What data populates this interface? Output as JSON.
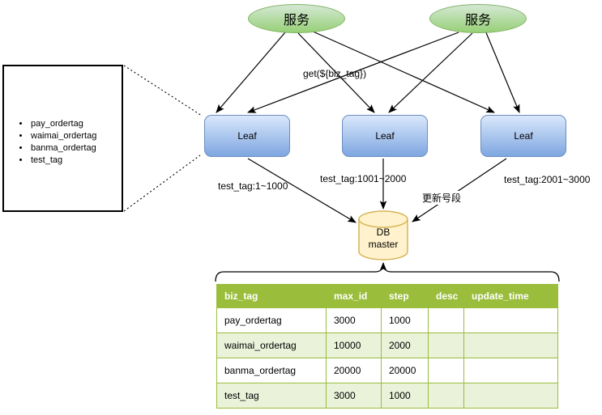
{
  "colors": {
    "service_fill_top": "#d5e8d4",
    "service_fill_bottom": "#97d077",
    "service_stroke": "#82b366",
    "leaf_fill_top": "#dae8fc",
    "leaf_fill_bottom": "#7ea6e0",
    "leaf_stroke": "#6c8ebf",
    "db_fill": "#fff2cc",
    "db_stroke": "#d6b656",
    "table_header_bg": "#9abd3c",
    "table_row_alt_bg": "#eaf2da",
    "table_border": "#9abd3c",
    "connector": "#000000"
  },
  "services": [
    {
      "label": "服务"
    },
    {
      "label": "服务"
    }
  ],
  "get_label": "get(${biz_tag})",
  "leaf_nodes": [
    {
      "label": "Leaf"
    },
    {
      "label": "Leaf"
    },
    {
      "label": "Leaf"
    }
  ],
  "range_labels": [
    "test_tag:1~1000",
    "test_tag:1001~2000",
    "test_tag:2001~3000"
  ],
  "update_segment_label": "更新号段",
  "db": {
    "line1": "DB",
    "line2": "master"
  },
  "tag_list": {
    "items": [
      "pay_ordertag",
      "waimai_ordertag",
      "banma_ordertag",
      "test_tag"
    ]
  },
  "table": {
    "columns": [
      "biz_tag",
      "max_id",
      "step",
      "desc",
      "update_time"
    ],
    "rows": [
      {
        "cells": [
          "pay_ordertag",
          "3000",
          "1000",
          "",
          ""
        ]
      },
      {
        "cells": [
          "waimai_ordertag",
          "10000",
          "2000",
          "",
          ""
        ]
      },
      {
        "cells": [
          "banma_ordertag",
          "20000",
          "20000",
          "",
          ""
        ]
      },
      {
        "cells": [
          "test_tag",
          "3000",
          "1000",
          "",
          ""
        ]
      }
    ]
  }
}
